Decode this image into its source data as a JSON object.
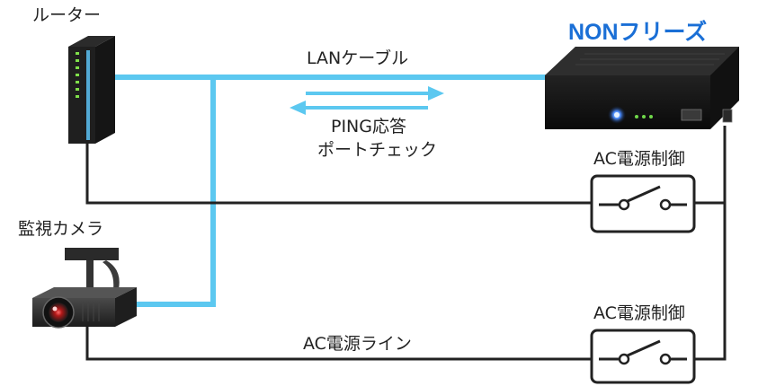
{
  "devices": {
    "router_label": "ルーター",
    "camera_label": "監視カメラ",
    "brand_label": "NONフリーズ"
  },
  "connections": {
    "lan_label": "LANケーブル",
    "ping_label": "PING応答",
    "port_check_label": "ポートチェック",
    "ac_control_label_1": "AC電源制御",
    "ac_control_label_2": "AC電源制御",
    "ac_line_label": "AC電源ライン"
  },
  "colors": {
    "lan_cable": "#5cc8f0",
    "power_line": "#222222",
    "brand": "#1a6fd6"
  }
}
